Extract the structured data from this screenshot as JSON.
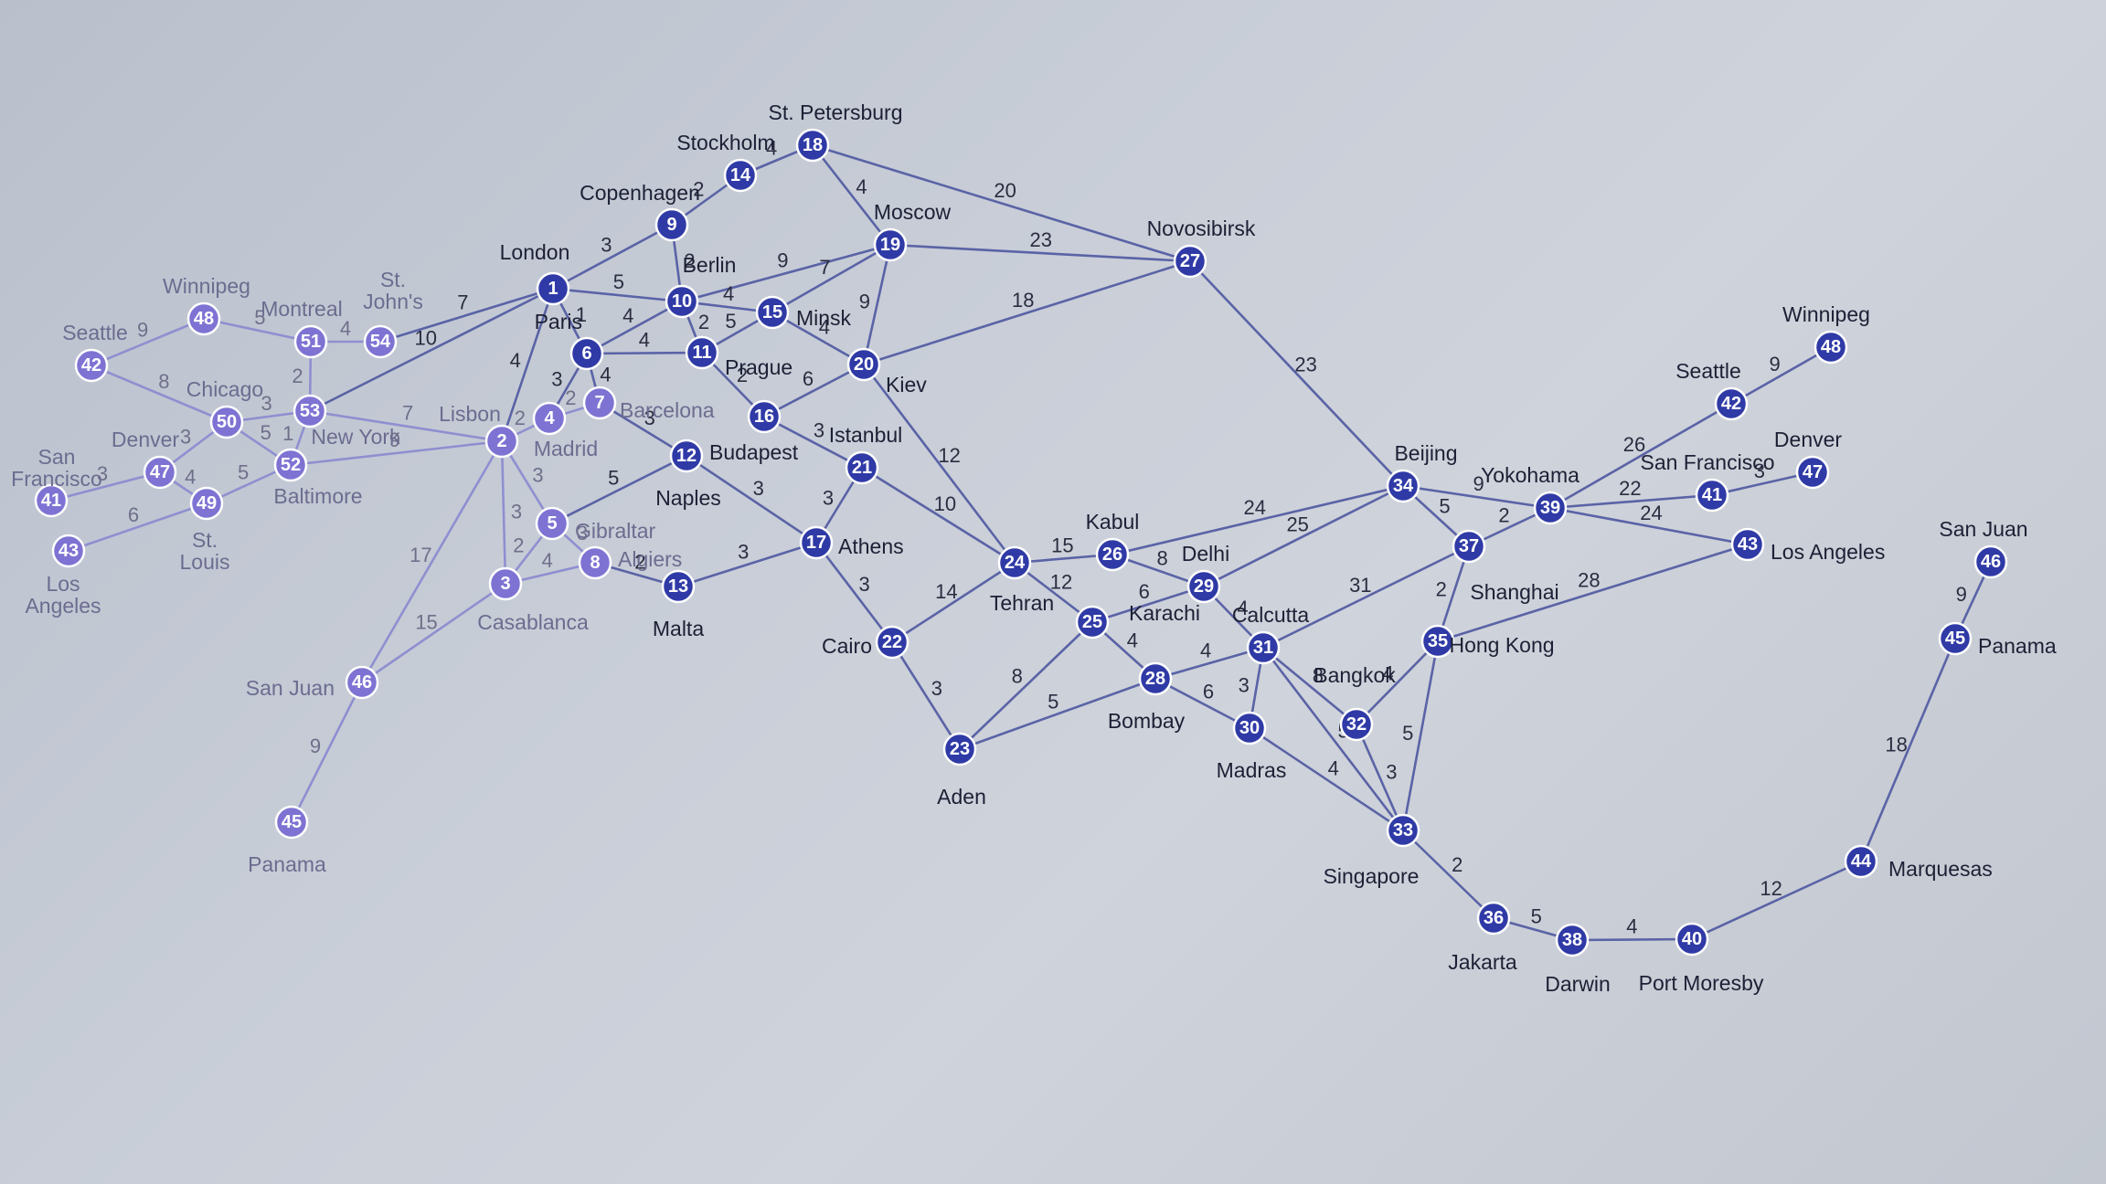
{
  "colors": {
    "node": "#2f3aa6",
    "node_faded": "#7e73d3",
    "edge": "#5a63a6",
    "text": "#1d2035"
  },
  "nodes": [
    {
      "id": "1",
      "num": "1",
      "name": "London"
    },
    {
      "id": "2",
      "num": "2",
      "name": "Lisbon"
    },
    {
      "id": "2m",
      "num": "",
      "name": "Madrid"
    },
    {
      "id": "3",
      "num": "3",
      "name": "Casablanca"
    },
    {
      "id": "4",
      "num": "4",
      "name": ""
    },
    {
      "id": "5",
      "num": "5",
      "name": "Gibraltar"
    },
    {
      "id": "6",
      "num": "6",
      "name": "Paris"
    },
    {
      "id": "7",
      "num": "7",
      "name": "Barcelona"
    },
    {
      "id": "8",
      "num": "8",
      "name": "Algiers"
    },
    {
      "id": "9",
      "num": "9",
      "name": "Copenhagen"
    },
    {
      "id": "10",
      "num": "10",
      "name": "Berlin"
    },
    {
      "id": "11",
      "num": "11",
      "name": "Prague"
    },
    {
      "id": "12",
      "num": "12",
      "name": "Budapest"
    },
    {
      "id": "12n",
      "num": "",
      "name": "Naples"
    },
    {
      "id": "13",
      "num": "13",
      "name": "Malta"
    },
    {
      "id": "14",
      "num": "14",
      "name": "Stockholm"
    },
    {
      "id": "15",
      "num": "15",
      "name": "Minsk"
    },
    {
      "id": "16",
      "num": "16",
      "name": ""
    },
    {
      "id": "17",
      "num": "17",
      "name": "Athens"
    },
    {
      "id": "18",
      "num": "18",
      "name": "St. Petersburg"
    },
    {
      "id": "19",
      "num": "19",
      "name": "Moscow"
    },
    {
      "id": "20",
      "num": "20",
      "name": "Kiev"
    },
    {
      "id": "21",
      "num": "21",
      "name": "Istanbul"
    },
    {
      "id": "22",
      "num": "22",
      "name": "Cairo"
    },
    {
      "id": "23",
      "num": "23",
      "name": "Aden"
    },
    {
      "id": "24",
      "num": "24",
      "name": "Tehran"
    },
    {
      "id": "25",
      "num": "25",
      "name": "Karachi"
    },
    {
      "id": "26",
      "num": "26",
      "name": "Kabul"
    },
    {
      "id": "27",
      "num": "27",
      "name": "Novosibirsk"
    },
    {
      "id": "28",
      "num": "28",
      "name": "Bombay"
    },
    {
      "id": "29",
      "num": "29",
      "name": "Delhi"
    },
    {
      "id": "30",
      "num": "30",
      "name": "Madras"
    },
    {
      "id": "31",
      "num": "31",
      "name": "Calcutta"
    },
    {
      "id": "32",
      "num": "32",
      "name": "Bangkok"
    },
    {
      "id": "33",
      "num": "33",
      "name": "Singapore"
    },
    {
      "id": "34",
      "num": "34",
      "name": "Beijing"
    },
    {
      "id": "35",
      "num": "35",
      "name": "Hong Kong"
    },
    {
      "id": "36",
      "num": "36",
      "name": "Jakarta"
    },
    {
      "id": "37",
      "num": "37",
      "name": "Shanghai"
    },
    {
      "id": "38",
      "num": "38",
      "name": "Darwin"
    },
    {
      "id": "39",
      "num": "39",
      "name": "Yokohama"
    },
    {
      "id": "40",
      "num": "40",
      "name": "Port Moresby"
    },
    {
      "id": "41r",
      "num": "41",
      "name": "San Francisco"
    },
    {
      "id": "42r",
      "num": "42",
      "name": "Seattle"
    },
    {
      "id": "43r",
      "num": "43",
      "name": "Los Angeles"
    },
    {
      "id": "44",
      "num": "44",
      "name": "Marquesas"
    },
    {
      "id": "45r",
      "num": "45",
      "name": "Panama"
    },
    {
      "id": "46r",
      "num": "46",
      "name": "San Juan"
    },
    {
      "id": "47r",
      "num": "47",
      "name": "Denver"
    },
    {
      "id": "48r",
      "num": "48",
      "name": "Winnipeg"
    },
    {
      "id": "41l",
      "num": "41",
      "name": "San Francisco"
    },
    {
      "id": "42l",
      "num": "42",
      "name": "Seattle"
    },
    {
      "id": "43l",
      "num": "43",
      "name": "Los Angeles"
    },
    {
      "id": "45l",
      "num": "45",
      "name": "Panama"
    },
    {
      "id": "46l",
      "num": "46",
      "name": "San Juan"
    },
    {
      "id": "47l",
      "num": "47",
      "name": "Denver"
    },
    {
      "id": "48l",
      "num": "48",
      "name": "Winnipeg"
    },
    {
      "id": "49",
      "num": "49",
      "name": "St. Louis"
    },
    {
      "id": "50",
      "num": "50",
      "name": "Chicago"
    },
    {
      "id": "51",
      "num": "51",
      "name": "Montreal"
    },
    {
      "id": "52",
      "num": "52",
      "name": "Baltimore"
    },
    {
      "id": "53",
      "num": "53",
      "name": "New York"
    },
    {
      "id": "54",
      "num": "54",
      "name": "St. John's"
    }
  ],
  "edges": [
    {
      "a": "14",
      "b": "18",
      "w": "4"
    },
    {
      "a": "9",
      "b": "14",
      "w": "2"
    },
    {
      "a": "18",
      "b": "19",
      "w": "4"
    },
    {
      "a": "18",
      "b": "27",
      "w": "20"
    },
    {
      "a": "1",
      "b": "9",
      "w": "3"
    },
    {
      "a": "9",
      "b": "10",
      "w": "2"
    },
    {
      "a": "10",
      "b": "19",
      "w": "9"
    },
    {
      "a": "19",
      "b": "27",
      "w": "23"
    },
    {
      "a": "15",
      "b": "19",
      "w": "7"
    },
    {
      "a": "19",
      "b": "20",
      "w": "9"
    },
    {
      "a": "20",
      "b": "27",
      "w": "18"
    },
    {
      "a": "1",
      "b": "10",
      "w": "5"
    },
    {
      "a": "10",
      "b": "15",
      "w": "4"
    },
    {
      "a": "10",
      "b": "11",
      "w": "2"
    },
    {
      "a": "11",
      "b": "15",
      "w": "5"
    },
    {
      "a": "6",
      "b": "10",
      "w": "4"
    },
    {
      "a": "6",
      "b": "11",
      "w": "4"
    },
    {
      "a": "15",
      "b": "20",
      "w": "4"
    },
    {
      "a": "11",
      "b": "16",
      "w": "2"
    },
    {
      "a": "16",
      "b": "20",
      "w": "6"
    },
    {
      "a": "1",
      "b": "6",
      "w": "1"
    },
    {
      "a": "1",
      "b": "2",
      "w": "4"
    },
    {
      "a": "6",
      "b": "4",
      "w": "3"
    },
    {
      "a": "6",
      "b": "7",
      "w": "4"
    },
    {
      "a": "2",
      "b": "4",
      "w": "2"
    },
    {
      "a": "4",
      "b": "7",
      "w": "2"
    },
    {
      "a": "7",
      "b": "12",
      "w": "3"
    },
    {
      "a": "16",
      "b": "21",
      "w": "3"
    },
    {
      "a": "12",
      "b": "17",
      "w": "3"
    },
    {
      "a": "12",
      "b": "5",
      "w": "5"
    },
    {
      "a": "21",
      "b": "17",
      "w": "3"
    },
    {
      "a": "21",
      "b": "24",
      "w": "10"
    },
    {
      "a": "20",
      "b": "24",
      "w": "12"
    },
    {
      "a": "17",
      "b": "13",
      "w": "3"
    },
    {
      "a": "17",
      "b": "22",
      "w": "3"
    },
    {
      "a": "2",
      "b": "5",
      "w": "3"
    },
    {
      "a": "2",
      "b": "3",
      "w": "3"
    },
    {
      "a": "3",
      "b": "5",
      "w": "2"
    },
    {
      "a": "5",
      "b": "8",
      "w": "3"
    },
    {
      "a": "3",
      "b": "8",
      "w": "4"
    },
    {
      "a": "8",
      "b": "13",
      "w": "2"
    },
    {
      "a": "22",
      "b": "24",
      "w": "14"
    },
    {
      "a": "22",
      "b": "23",
      "w": "3"
    },
    {
      "a": "24",
      "b": "26",
      "w": "15"
    },
    {
      "a": "24",
      "b": "25",
      "w": "12"
    },
    {
      "a": "26",
      "b": "29",
      "w": "8"
    },
    {
      "a": "25",
      "b": "29",
      "w": "6"
    },
    {
      "a": "25",
      "b": "23",
      "w": "8"
    },
    {
      "a": "25",
      "b": "28",
      "w": "4"
    },
    {
      "a": "23",
      "b": "28",
      "w": "5"
    },
    {
      "a": "26",
      "b": "34",
      "w": "24"
    },
    {
      "a": "29",
      "b": "34",
      "w": "25"
    },
    {
      "a": "29",
      "b": "31",
      "w": "4"
    },
    {
      "a": "28",
      "b": "31",
      "w": "4"
    },
    {
      "a": "28",
      "b": "30",
      "w": "6"
    },
    {
      "a": "31",
      "b": "30",
      "w": "3"
    },
    {
      "a": "31",
      "b": "32",
      "w": "8"
    },
    {
      "a": "31",
      "b": "33",
      "w": "5"
    },
    {
      "a": "30",
      "b": "33",
      "w": "4"
    },
    {
      "a": "31",
      "b": "37",
      "w": "31"
    },
    {
      "a": "27",
      "b": "34",
      "w": "23"
    },
    {
      "a": "34",
      "b": "39",
      "w": "9"
    },
    {
      "a": "34",
      "b": "37",
      "w": "5"
    },
    {
      "a": "37",
      "b": "39",
      "w": "2"
    },
    {
      "a": "37",
      "b": "35",
      "w": "2"
    },
    {
      "a": "35",
      "b": "32",
      "w": "4"
    },
    {
      "a": "32",
      "b": "33",
      "w": "3"
    },
    {
      "a": "35",
      "b": "33",
      "w": "5"
    },
    {
      "a": "35",
      "b": "43r",
      "w": "28"
    },
    {
      "a": "39",
      "b": "42r",
      "w": "26"
    },
    {
      "a": "39",
      "b": "41r",
      "w": "22"
    },
    {
      "a": "39",
      "b": "43r",
      "w": "24"
    },
    {
      "a": "42r",
      "b": "48r",
      "w": "9"
    },
    {
      "a": "41r",
      "b": "47r",
      "w": "3"
    },
    {
      "a": "33",
      "b": "36",
      "w": "2"
    },
    {
      "a": "36",
      "b": "38",
      "w": "5"
    },
    {
      "a": "38",
      "b": "40",
      "w": "4"
    },
    {
      "a": "40",
      "b": "44",
      "w": "12"
    },
    {
      "a": "44",
      "b": "45r",
      "w": "18"
    },
    {
      "a": "45r",
      "b": "46r",
      "w": "9"
    },
    {
      "a": "1",
      "b": "54",
      "w": "7"
    },
    {
      "a": "1",
      "b": "53",
      "w": "10"
    },
    {
      "a": "2",
      "b": "53",
      "w": "7"
    },
    {
      "a": "2",
      "b": "52",
      "w": "9"
    },
    {
      "a": "2",
      "b": "46l",
      "w": "17"
    },
    {
      "a": "3",
      "b": "46l",
      "w": "15"
    },
    {
      "a": "46l",
      "b": "45l",
      "w": "9"
    },
    {
      "a": "48l",
      "b": "51",
      "w": "5"
    },
    {
      "a": "51",
      "b": "54",
      "w": "4"
    },
    {
      "a": "51",
      "b": "53",
      "w": "2"
    },
    {
      "a": "53",
      "b": "50",
      "w": "3"
    },
    {
      "a": "53",
      "b": "52",
      "w": "1"
    },
    {
      "a": "42l",
      "b": "48l",
      "w": "9"
    },
    {
      "a": "42l",
      "b": "50",
      "w": "8"
    },
    {
      "a": "50",
      "b": "52",
      "w": "5"
    },
    {
      "a": "50",
      "b": "47l",
      "w": "3"
    },
    {
      "a": "47l",
      "b": "49",
      "w": "4"
    },
    {
      "a": "52",
      "b": "49",
      "w": "5"
    },
    {
      "a": "41l",
      "b": "47l",
      "w": "3"
    },
    {
      "a": "43l",
      "b": "49",
      "w": "6"
    }
  ]
}
